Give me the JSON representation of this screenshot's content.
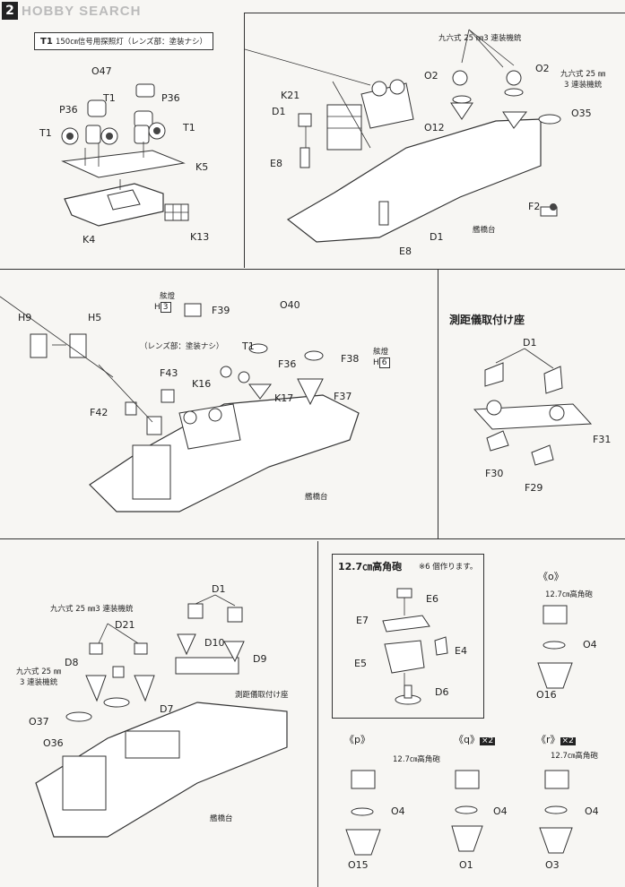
{
  "header": {
    "site_label": "HOBBY SEARCH",
    "step_number": "2"
  },
  "panel1": {
    "instruction_part": "T1",
    "instruction_text": "150㎝信号用探照灯（レンズ部：塗装ナシ）",
    "parts": [
      "O47",
      "T1",
      "P36",
      "P36",
      "T1",
      "T1",
      "K5",
      "K4",
      "K13"
    ]
  },
  "panel2": {
    "aa_gun_label": "九六式 25 ㎜3 連装機銃",
    "aa_gun_label2": "九六式 25 ㎜",
    "aa_gun_label3": "3 連装機銃",
    "bridge_base": "艦橋台",
    "parts": [
      "K21",
      "D1",
      "E8",
      "O2",
      "O2",
      "O12",
      "O35",
      "F2",
      "D1",
      "E8"
    ]
  },
  "panel3": {
    "lens_note": "（レンズ部：塗装ナシ）",
    "flag_label": "舷燈",
    "h_box1": "3",
    "h_box2": "6",
    "bridge_base": "艦橋台",
    "parts": [
      "H9",
      "H5",
      "F39",
      "O40",
      "T1",
      "F36",
      "F38",
      "F43",
      "K16",
      "K17",
      "F37",
      "F42"
    ]
  },
  "panel4": {
    "title": "測距儀取付け座",
    "parts": [
      "D1",
      "F31",
      "F30",
      "F29"
    ]
  },
  "panel5": {
    "aa_gun_label": "九六式 25 ㎜3 連装機銃",
    "aa_gun_label2": "九六式 25 ㎜",
    "aa_gun_label3": "3 連装機銃",
    "rangefinder_mount": "測距儀取付け座",
    "bridge_base": "艦橋台",
    "parts": [
      "D1",
      "D21",
      "D10",
      "D8",
      "D9",
      "D7",
      "O37",
      "O36"
    ]
  },
  "panel6": {
    "title": "12.7㎝高角砲",
    "note": "※6 個作ります。",
    "parts": [
      "E6",
      "E7",
      "E4",
      "E5",
      "D6"
    ]
  },
  "panel7": {
    "variant_o": "《o》",
    "variant_p": "《p》",
    "variant_q": "《q》",
    "variant_r": "《r》",
    "x2": "×2",
    "gun_label": "12.7㎝高角砲",
    "parts_o": [
      "O4",
      "O16"
    ],
    "parts_p": [
      "O4",
      "O15"
    ],
    "parts_q": [
      "O4",
      "O1"
    ],
    "parts_r": [
      "O4",
      "O3"
    ]
  }
}
